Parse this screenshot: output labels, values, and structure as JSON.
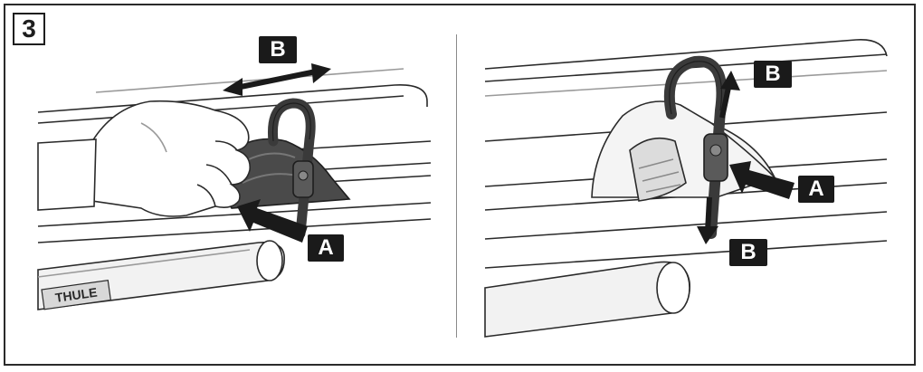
{
  "figure": {
    "step_number": "3",
    "left_panel": {
      "label_top": "B",
      "label_bottom": "A",
      "brand_text": "THULE"
    },
    "right_panel": {
      "label_top": "B",
      "label_side": "A",
      "label_bottom": "B"
    }
  },
  "colors": {
    "line": "#2a2a2a",
    "light_fill": "#f2f2f2",
    "mid_gray": "#9a9a9a",
    "dark_gray": "#4a4a4a",
    "label_bg": "#1a1a1a"
  }
}
